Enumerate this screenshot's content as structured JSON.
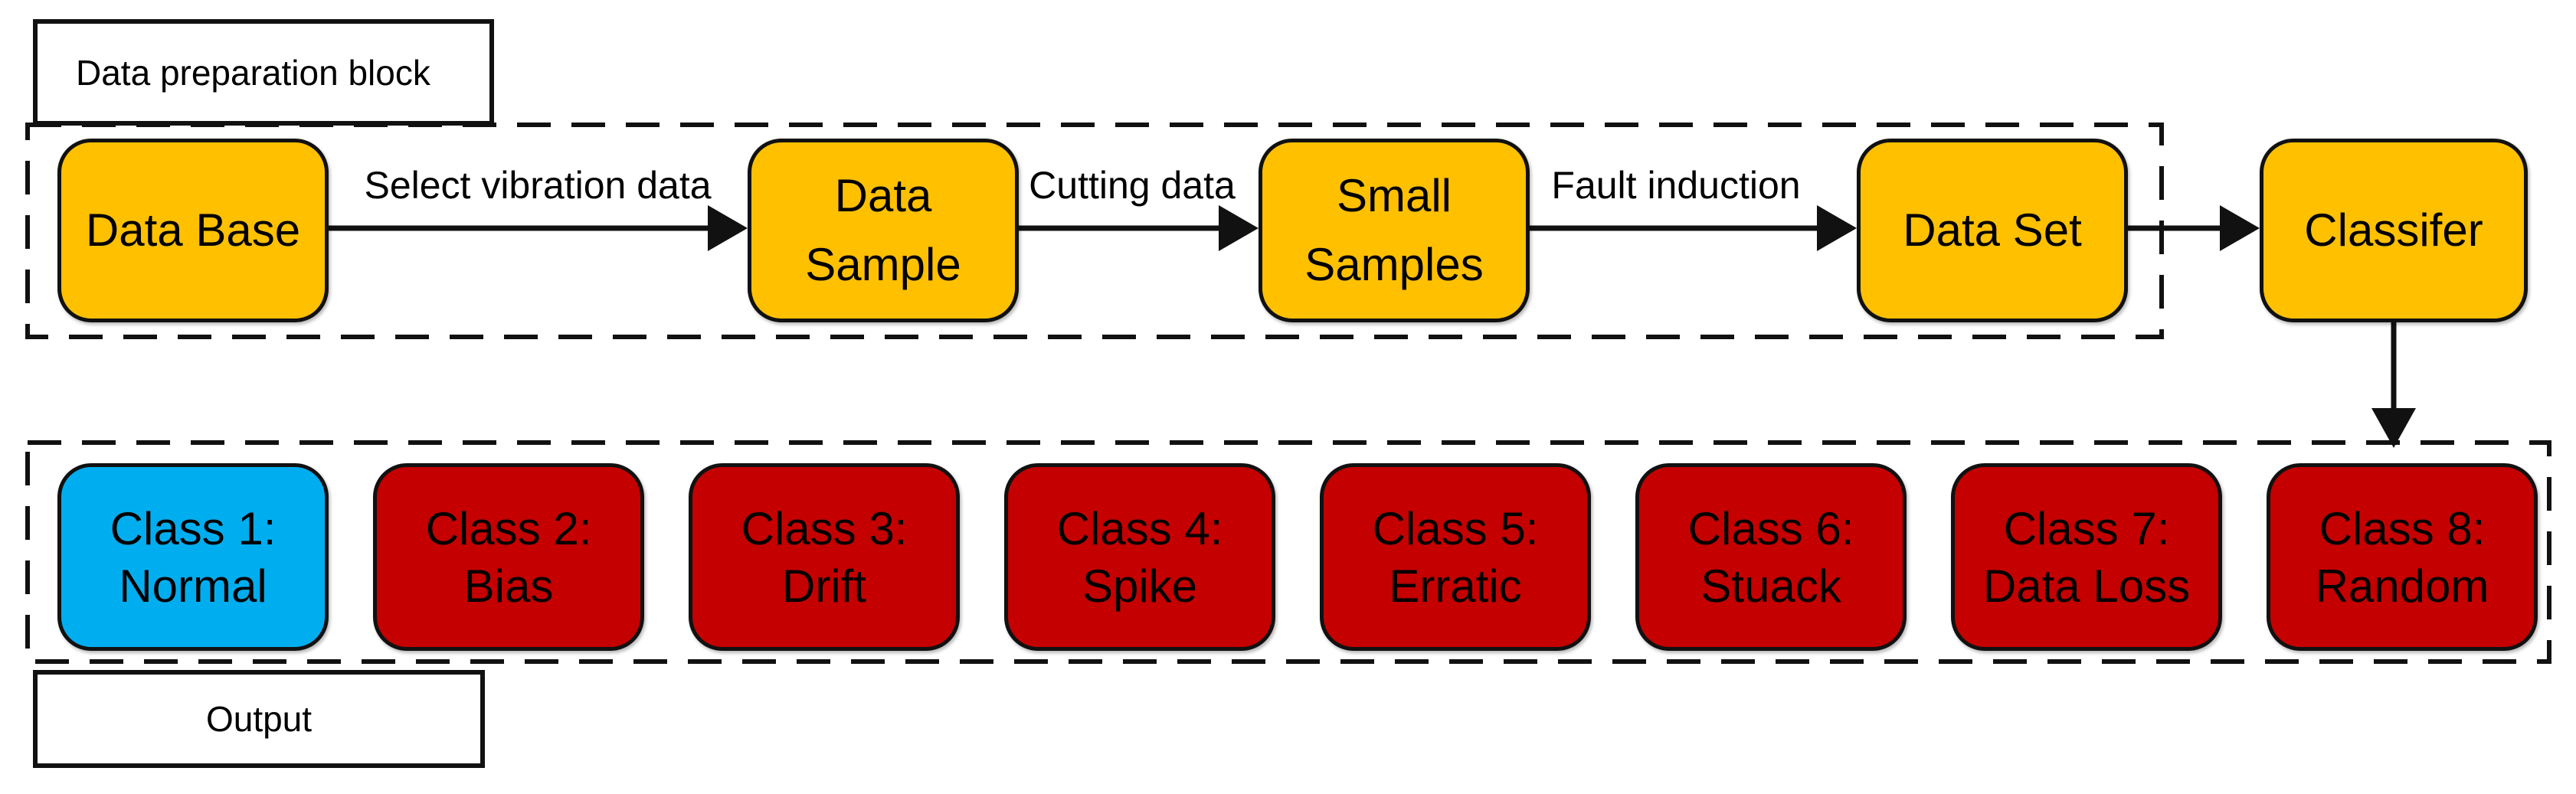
{
  "prep_container": {
    "label": "Data preparation block"
  },
  "output_container": {
    "label": "Output"
  },
  "flow_nodes": [
    {
      "id": "data-base",
      "line1": "Data Base"
    },
    {
      "id": "data-sample",
      "line1": "Data",
      "line2": "Sample"
    },
    {
      "id": "small-samples",
      "line1": "Small",
      "line2": "Samples"
    },
    {
      "id": "data-set",
      "line1": "Data Set"
    },
    {
      "id": "classifer",
      "line1": "Classifer"
    }
  ],
  "arrows": [
    {
      "label": "Select vibration data"
    },
    {
      "label": "Cutting data"
    },
    {
      "label": "Fault induction"
    }
  ],
  "class_nodes": [
    {
      "line1": "Class 1:",
      "line2": "Normal",
      "status": "normal"
    },
    {
      "line1": "Class 2:",
      "line2": "Bias",
      "status": "fault"
    },
    {
      "line1": "Class 3:",
      "line2": "Drift",
      "status": "fault"
    },
    {
      "line1": "Class 4:",
      "line2": "Spike",
      "status": "fault"
    },
    {
      "line1": "Class 5:",
      "line2": "Erratic",
      "status": "fault"
    },
    {
      "line1": "Class 6:",
      "line2": "Stuack",
      "status": "fault"
    },
    {
      "line1": "Class 7:",
      "line2": "Data Loss",
      "status": "fault"
    },
    {
      "line1": "Class 8:",
      "line2": "Random",
      "status": "fault"
    }
  ],
  "colors": {
    "flow_node_fill": "#FFC000",
    "class_normal_fill": "#00AEEF",
    "class_fault_fill": "#C40000",
    "outline": "#111111",
    "background": "#FFFFFF"
  }
}
